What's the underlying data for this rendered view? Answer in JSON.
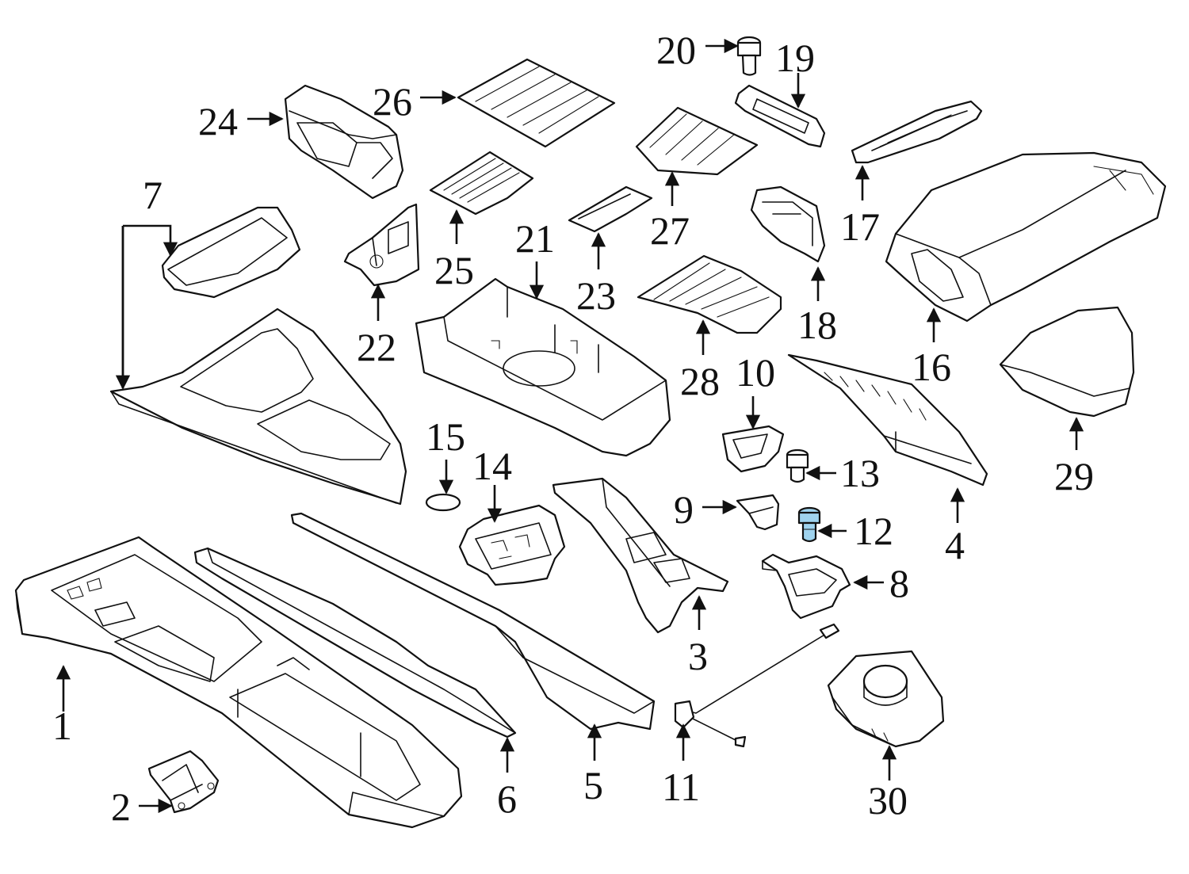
{
  "highlight_color": "#9fd3ee",
  "line_color": "#111111",
  "highlighted_part": "12",
  "callouts": {
    "c1": "1",
    "c2": "2",
    "c3": "3",
    "c4": "4",
    "c5": "5",
    "c6": "6",
    "c7": "7",
    "c8": "8",
    "c9": "9",
    "c10": "10",
    "c11": "11",
    "c12": "12",
    "c13": "13",
    "c14": "14",
    "c15": "15",
    "c16": "16",
    "c17": "17",
    "c18": "18",
    "c19": "19",
    "c20": "20",
    "c21": "21",
    "c22": "22",
    "c23": "23",
    "c24": "24",
    "c25": "25",
    "c26": "26",
    "c27": "27",
    "c28": "28",
    "c29": "29",
    "c30": "30"
  }
}
